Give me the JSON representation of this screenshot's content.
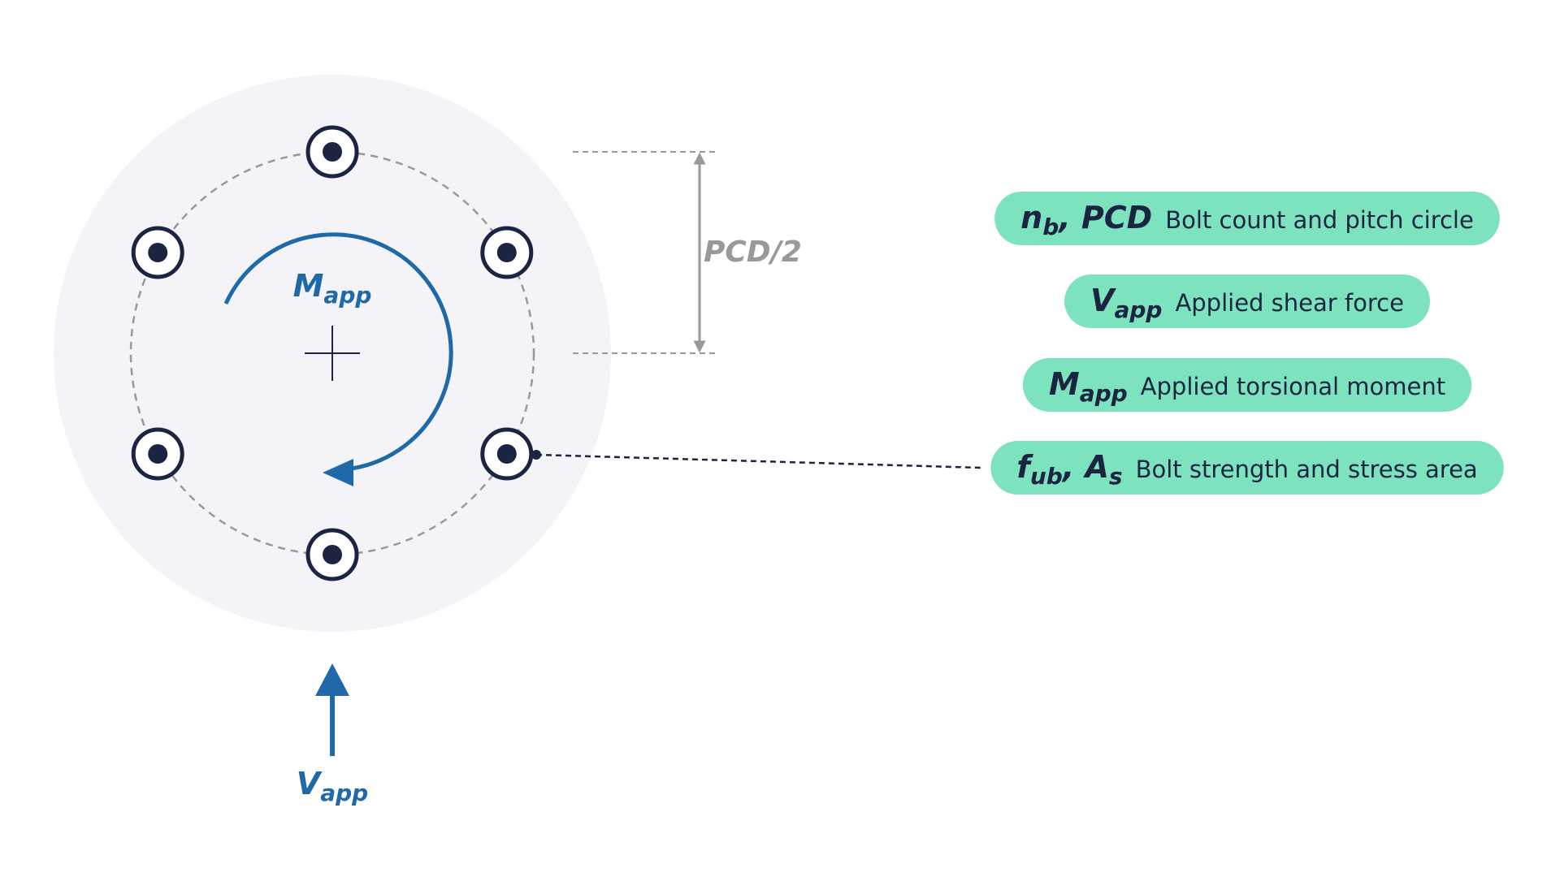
{
  "colors": {
    "background": "#ffffff",
    "plate": "#f4f4f8",
    "bolt": "#1b2440",
    "accent_blue": "#1f69a8",
    "dimension_gray": "#999999",
    "pill": "#7de3bf",
    "pill_text": "#1b2440"
  },
  "diagram": {
    "moment_label": {
      "main": "M",
      "sub": "app"
    },
    "shear_label": {
      "main": "V",
      "sub": "app"
    },
    "dimension_label": "PCD/2",
    "bolt_count": 6
  },
  "legend": [
    {
      "symbol_parts": [
        {
          "t": "n"
        },
        {
          "t": "b",
          "sub": true
        },
        {
          "t": ", PCD"
        }
      ],
      "description": "Bolt count and pitch circle"
    },
    {
      "symbol_parts": [
        {
          "t": "V"
        },
        {
          "t": "app",
          "sub": true
        }
      ],
      "description": "Applied shear force"
    },
    {
      "symbol_parts": [
        {
          "t": "M"
        },
        {
          "t": "app",
          "sub": true
        }
      ],
      "description": "Applied torsional moment"
    },
    {
      "symbol_parts": [
        {
          "t": "f"
        },
        {
          "t": "ub",
          "sub": true
        },
        {
          "t": ", A"
        },
        {
          "t": "s",
          "sub": true
        }
      ],
      "description": "Bolt strength and stress area"
    }
  ]
}
